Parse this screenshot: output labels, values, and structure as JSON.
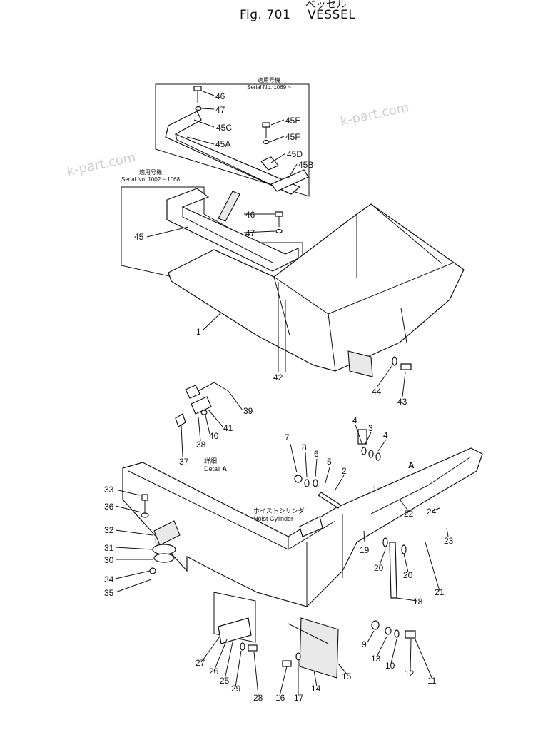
{
  "title": {
    "japanese": "ベッセル",
    "fig": "Fig. 701",
    "name": "VESSEL"
  },
  "watermark": "k-part.com",
  "notes": {
    "serial_a_jp": "適用号機",
    "serial_a": "Serial No. 1069 ~",
    "serial_b_jp": "適用号機",
    "serial_b": "Serial No. 1002 ~ 1068",
    "detail_jp": "詳細",
    "detail": "Detail",
    "detail_mark": "A",
    "hoist_jp": "ホイストシリンダ",
    "hoist": "Hoist Cylinder",
    "arrow_mark": "A"
  },
  "callouts": [
    {
      "id": "c46a",
      "label": "46"
    },
    {
      "id": "c47a",
      "label": "47"
    },
    {
      "id": "c45c",
      "label": "45C"
    },
    {
      "id": "c45a",
      "label": "45A"
    },
    {
      "id": "c45e",
      "label": "45E"
    },
    {
      "id": "c45f",
      "label": "45F"
    },
    {
      "id": "c45d",
      "label": "45D"
    },
    {
      "id": "c45b",
      "label": "45B"
    },
    {
      "id": "c46b",
      "label": "46"
    },
    {
      "id": "c47b",
      "label": "47"
    },
    {
      "id": "c45",
      "label": "45"
    },
    {
      "id": "c1",
      "label": "1"
    },
    {
      "id": "c42",
      "label": "42"
    },
    {
      "id": "c44",
      "label": "44"
    },
    {
      "id": "c43",
      "label": "43"
    },
    {
      "id": "c39",
      "label": "39"
    },
    {
      "id": "c41",
      "label": "41"
    },
    {
      "id": "c40",
      "label": "40"
    },
    {
      "id": "c38",
      "label": "38"
    },
    {
      "id": "c37",
      "label": "37"
    },
    {
      "id": "c4a",
      "label": "4"
    },
    {
      "id": "c3",
      "label": "3"
    },
    {
      "id": "c4b",
      "label": "4"
    },
    {
      "id": "c7",
      "label": "7"
    },
    {
      "id": "c8",
      "label": "8"
    },
    {
      "id": "c6",
      "label": "6"
    },
    {
      "id": "c5",
      "label": "5"
    },
    {
      "id": "c2",
      "label": "2"
    },
    {
      "id": "c33",
      "label": "33"
    },
    {
      "id": "c36",
      "label": "36"
    },
    {
      "id": "c32",
      "label": "32"
    },
    {
      "id": "c31",
      "label": "31"
    },
    {
      "id": "c30",
      "label": "30"
    },
    {
      "id": "c34",
      "label": "34"
    },
    {
      "id": "c35",
      "label": "35"
    },
    {
      "id": "c19",
      "label": "19"
    },
    {
      "id": "c22",
      "label": "22"
    },
    {
      "id": "c24",
      "label": "24"
    },
    {
      "id": "c23",
      "label": "23"
    },
    {
      "id": "c20a",
      "label": "20"
    },
    {
      "id": "c20b",
      "label": "20"
    },
    {
      "id": "c21",
      "label": "21"
    },
    {
      "id": "c18",
      "label": "18"
    },
    {
      "id": "c9",
      "label": "9"
    },
    {
      "id": "c13",
      "label": "13"
    },
    {
      "id": "c10",
      "label": "10"
    },
    {
      "id": "c12",
      "label": "12"
    },
    {
      "id": "c11",
      "label": "11"
    },
    {
      "id": "c15",
      "label": "15"
    },
    {
      "id": "c14",
      "label": "14"
    },
    {
      "id": "c16",
      "label": "16"
    },
    {
      "id": "c17",
      "label": "17"
    },
    {
      "id": "c27",
      "label": "27"
    },
    {
      "id": "c26",
      "label": "26"
    },
    {
      "id": "c25",
      "label": "25"
    },
    {
      "id": "c29",
      "label": "29"
    },
    {
      "id": "c28",
      "label": "28"
    }
  ]
}
